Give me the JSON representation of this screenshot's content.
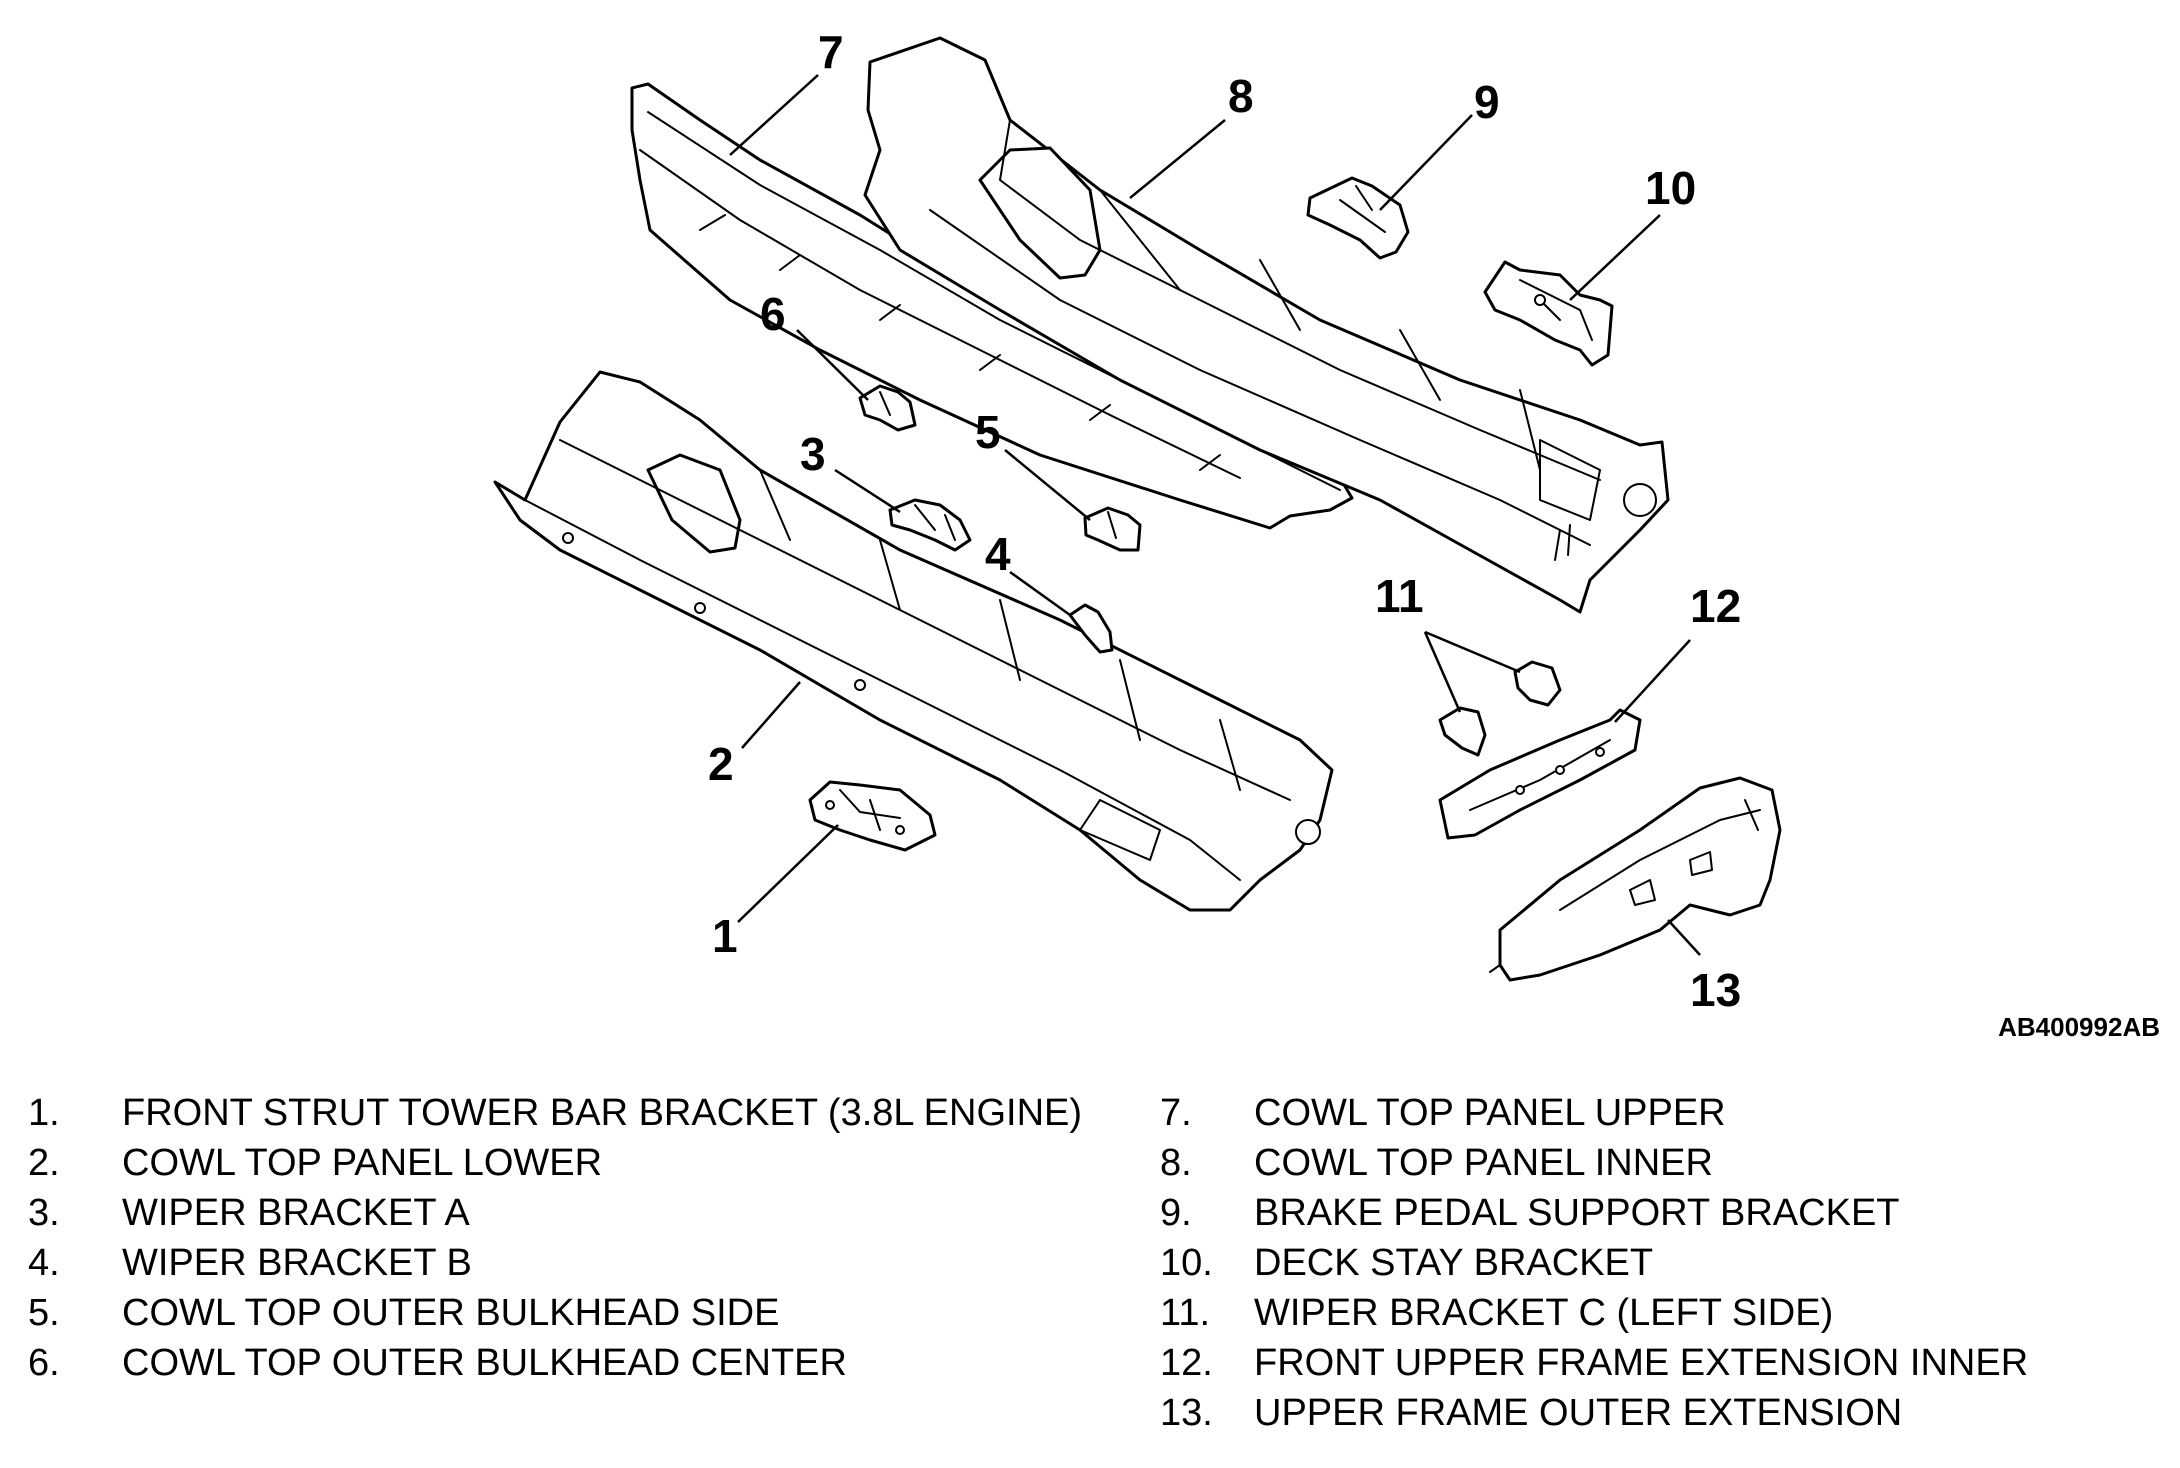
{
  "figure_id": "AB400992AB",
  "callouts": [
    "1",
    "2",
    "3",
    "4",
    "5",
    "6",
    "7",
    "8",
    "9",
    "10",
    "11",
    "12",
    "13"
  ],
  "legend": {
    "left": [
      {
        "num": "1.",
        "text": "FRONT STRUT TOWER BAR BRACKET (3.8L ENGINE)"
      },
      {
        "num": "2.",
        "text": "COWL TOP PANEL LOWER"
      },
      {
        "num": "3.",
        "text": "WIPER BRACKET A"
      },
      {
        "num": "4.",
        "text": "WIPER BRACKET B"
      },
      {
        "num": "5.",
        "text": "COWL TOP OUTER BULKHEAD SIDE"
      },
      {
        "num": "6.",
        "text": "COWL TOP OUTER BULKHEAD CENTER"
      }
    ],
    "right": [
      {
        "num": "7.",
        "text": "COWL TOP PANEL UPPER"
      },
      {
        "num": "8.",
        "text": "COWL TOP PANEL INNER"
      },
      {
        "num": "9.",
        "text": "BRAKE PEDAL SUPPORT BRACKET"
      },
      {
        "num": "10.",
        "text": "DECK STAY BRACKET"
      },
      {
        "num": "11.",
        "text": "WIPER BRACKET C (LEFT SIDE)"
      },
      {
        "num": "12.",
        "text": "FRONT UPPER FRAME EXTENSION INNER"
      },
      {
        "num": "13.",
        "text": "UPPER FRAME OUTER EXTENSION"
      }
    ]
  }
}
